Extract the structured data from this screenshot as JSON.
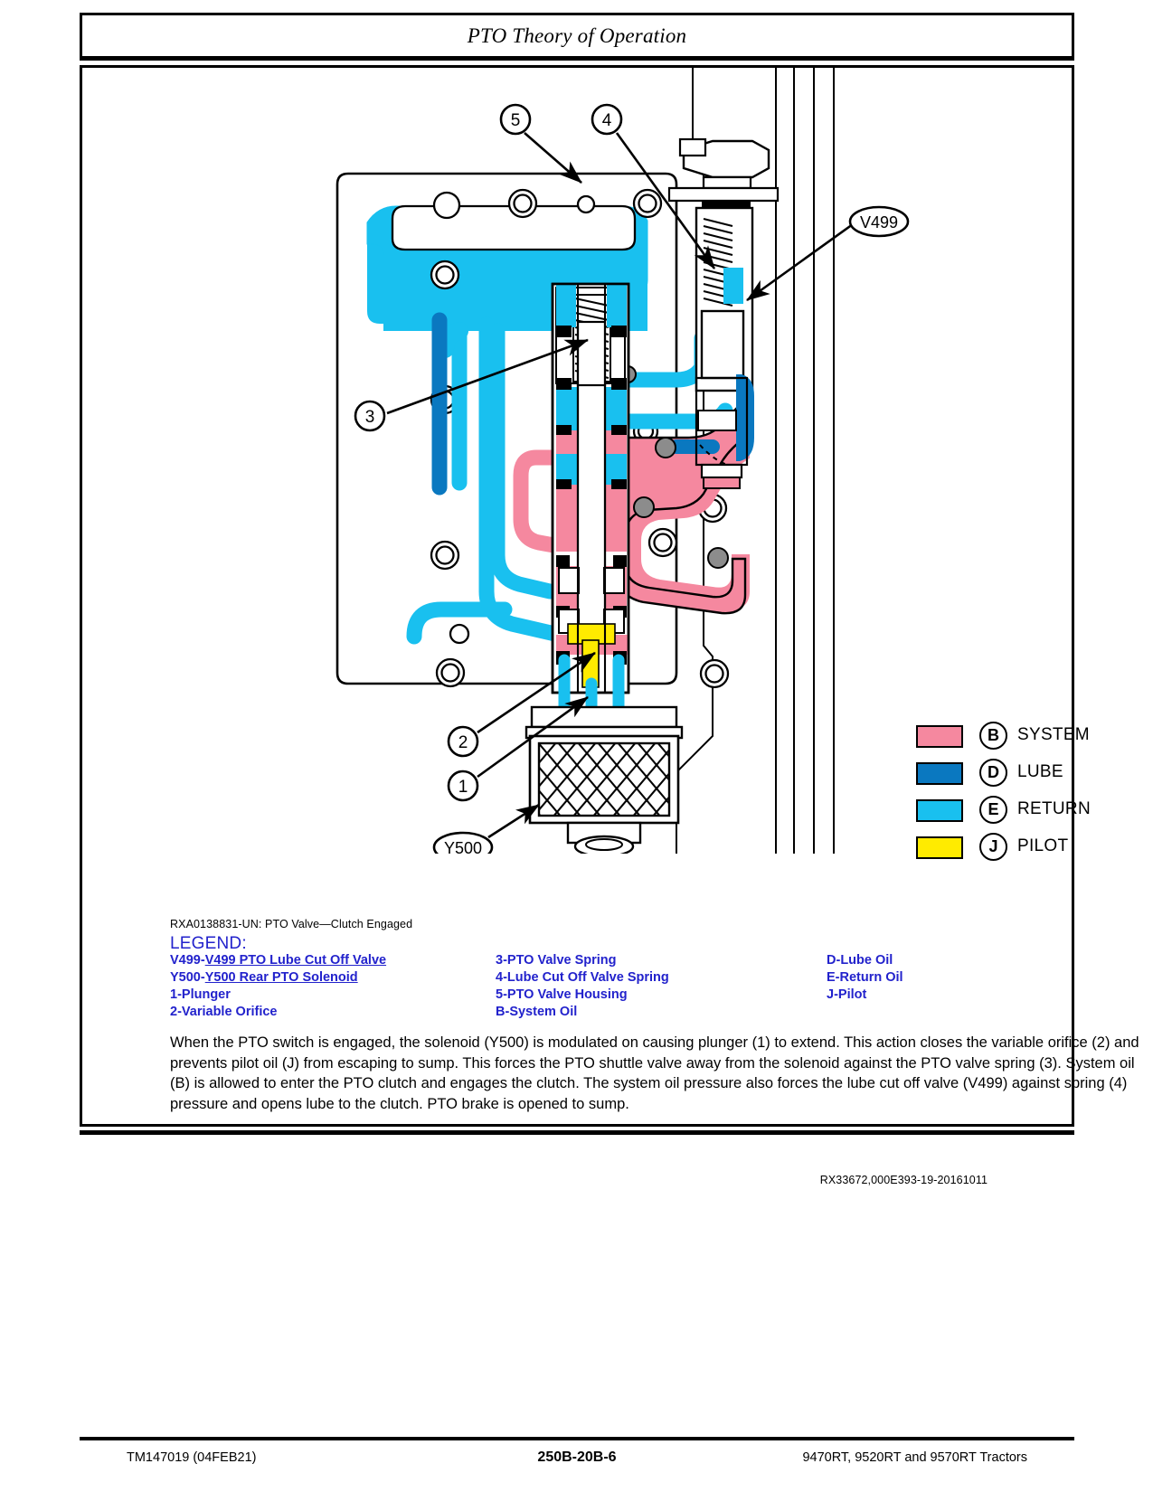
{
  "header": {
    "title": "PTO Theory of Operation"
  },
  "figure": {
    "callouts": [
      {
        "id": "5",
        "label": "5"
      },
      {
        "id": "4",
        "label": "4"
      },
      {
        "id": "3",
        "label": "3"
      },
      {
        "id": "2",
        "label": "2"
      },
      {
        "id": "1",
        "label": "1"
      },
      {
        "id": "V499",
        "label": "V499"
      },
      {
        "id": "Y500",
        "label": "Y500"
      }
    ],
    "color_key": [
      {
        "code": "B",
        "label": "SYSTEM",
        "color": "#f5889f"
      },
      {
        "code": "D",
        "label": "LUBE",
        "color": "#0a78c0"
      },
      {
        "code": "E",
        "label": "RETURN",
        "color": "#19c0ef"
      },
      {
        "code": "J",
        "label": "PILOT",
        "color": "#ffeb00"
      }
    ],
    "colors": {
      "system": "#f5889f",
      "lube": "#0a78c0",
      "return": "#19c0ef",
      "pilot": "#ffeb00",
      "outline": "#000000",
      "plug_gray": "#8c8c8c"
    }
  },
  "caption": "RXA0138831-UN: PTO Valve—Clutch Engaged",
  "legend": {
    "title": "LEGEND:",
    "columns": [
      [
        {
          "key": "V499-",
          "text": "V499 PTO Lube Cut Off Valve",
          "underline": true
        },
        {
          "key": "Y500-",
          "text": "Y500 Rear PTO Solenoid",
          "underline": true
        },
        {
          "key": "1-",
          "text": "Plunger",
          "underline": false
        },
        {
          "key": "2-",
          "text": "Variable Orifice",
          "underline": false
        }
      ],
      [
        {
          "key": "3-",
          "text": "PTO Valve Spring",
          "underline": false
        },
        {
          "key": "4-",
          "text": "Lube Cut Off Valve Spring",
          "underline": false
        },
        {
          "key": "5-",
          "text": "PTO Valve Housing",
          "underline": false
        },
        {
          "key": "B-",
          "text": "System Oil",
          "underline": false
        }
      ],
      [
        {
          "key": "D-",
          "text": "Lube Oil",
          "underline": false
        },
        {
          "key": "E-",
          "text": "Return Oil",
          "underline": false
        },
        {
          "key": "J-",
          "text": "Pilot",
          "underline": false
        }
      ]
    ]
  },
  "body": {
    "paragraph": "When the PTO switch is engaged, the solenoid (Y500) is modulated on causing plunger (1) to extend. This action closes the variable orifice (2) and prevents pilot oil (J) from escaping to sump. This forces the PTO shuttle valve away from the solenoid against the PTO valve spring (3). System oil (B) is allowed to enter the PTO clutch and engages the clutch. The system oil pressure also forces the lube cut off valve (V499) against spring (4) pressure and opens lube to the clutch. PTO brake is opened to sump.",
    "doc_ref": "RX33672,000E393-19-20161011"
  },
  "footer": {
    "left": "TM147019 (04FEB21)",
    "center": "250B-20B-6",
    "right": "9470RT, 9520RT and 9570RT Tractors"
  }
}
